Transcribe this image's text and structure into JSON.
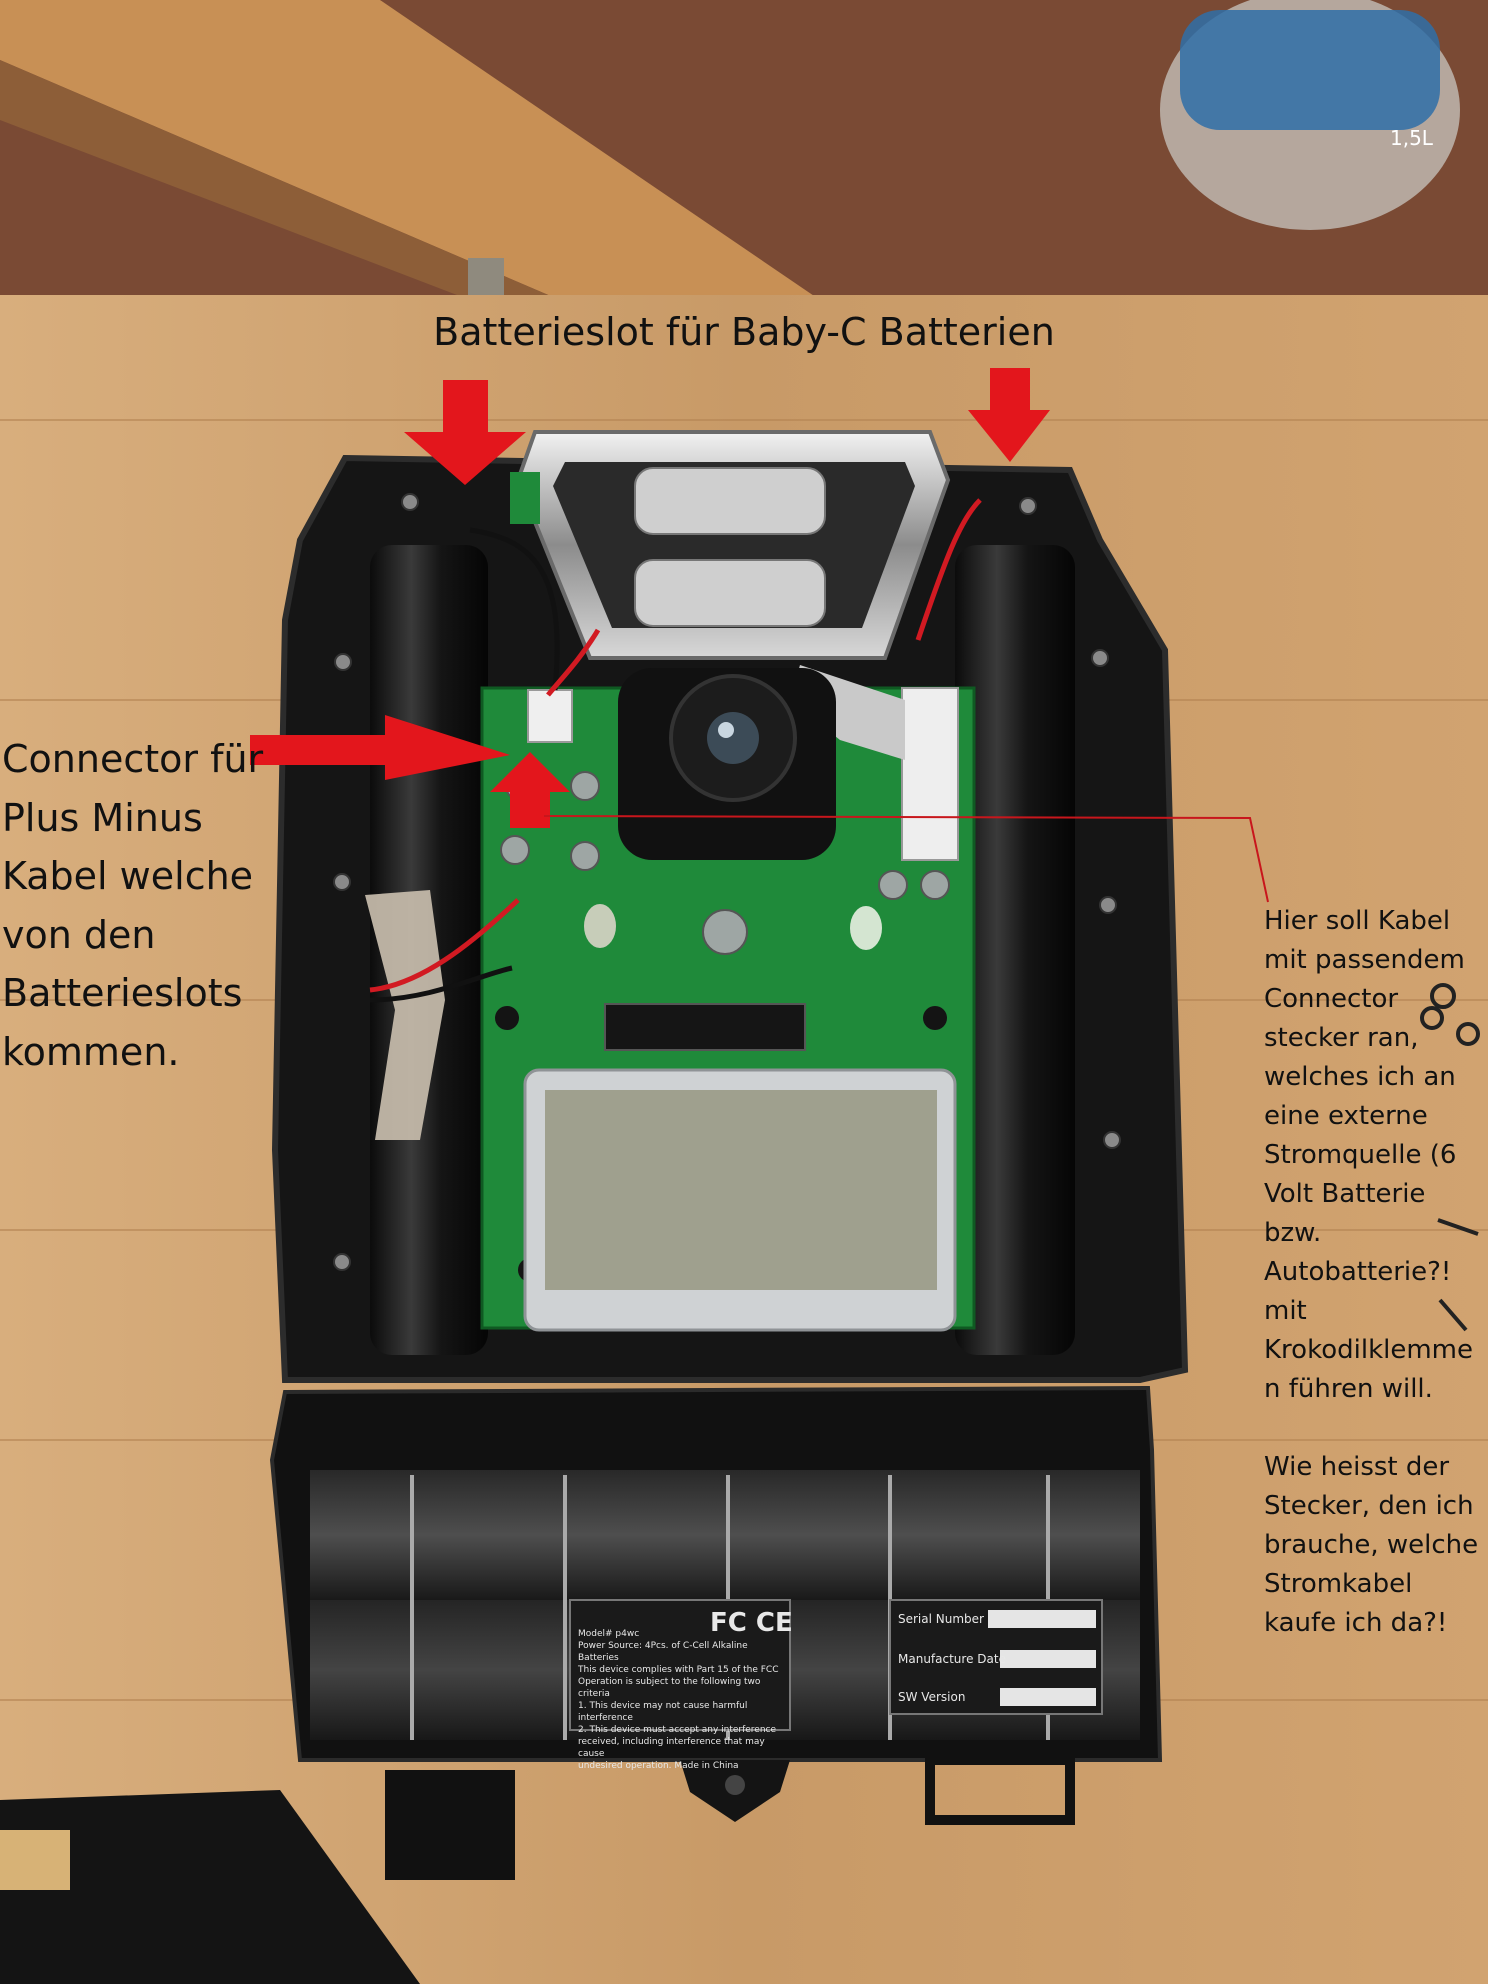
{
  "image": {
    "annotations": {
      "top_label": "Batterieslot für Baby-C Batterien",
      "left_label": "Connector für\nPlus Minus\nKabel welche\nvon den\nBatterieslots\nkommen.",
      "right_label_1": "Hier soll Kabel\nmit passendem\nConnector\nstecker ran,\nwelches ich an\neine externe\nStromquelle (6\nVolt Batterie\nbzw.\nAutobatterie?!\nmit\nKrokodilklemme\nn führen will.",
      "right_label_2": "Wie heisst der\nStecker, den ich\nbrauche, welche\nStromkabel\nkaufe ich da?!"
    },
    "device_plate": {
      "marks": "FC CE",
      "text": "Model# p4wc\nPower Source: 4Pcs. of C-Cell Alkaline Batteries\nThis device complies with Part 15 of the FCC\nOperation is subject to the following two criteria\n1. This device may not cause harmful interference\n2. This device must accept any interference\nreceived, including interference that may cause\nundesired operation.          Made in China",
      "serial_label": "Serial Number",
      "date_label": "Manufacture Date",
      "sw_label": "SW Version"
    },
    "bottle_label": "1,5L",
    "colors": {
      "arrow": "#e3161c",
      "pcb": "#1f8a3a",
      "case": "#141414",
      "wood": "#c69a6a",
      "lcd": "#9fa08e",
      "callout_line": "#c8161c"
    }
  }
}
